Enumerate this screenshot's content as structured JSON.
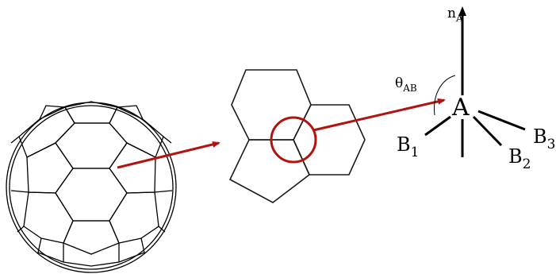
{
  "labels": {
    "normal_vector": "n",
    "normal_sub": "A",
    "angle": "θ",
    "angle_sub": "AB",
    "center_atom": "A",
    "neighbor1": "B",
    "neighbor1_sub": "1",
    "neighbor2": "B",
    "neighbor2_sub": "2",
    "neighbor3": "B",
    "neighbor3_sub": "3"
  },
  "colors": {
    "arrow": "#b3120f",
    "line": "#000000"
  }
}
